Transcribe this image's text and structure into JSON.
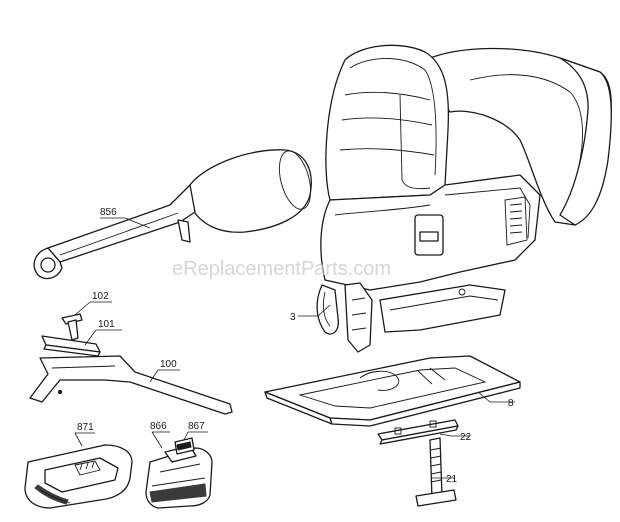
{
  "watermark": "eReplacementParts.com",
  "callouts": {
    "c856": "856",
    "c102": "102",
    "c101": "101",
    "c100": "100",
    "c3": "3",
    "c8": "8",
    "c22": "22",
    "c21": "21",
    "c871": "871",
    "c866": "866",
    "c867": "867"
  }
}
